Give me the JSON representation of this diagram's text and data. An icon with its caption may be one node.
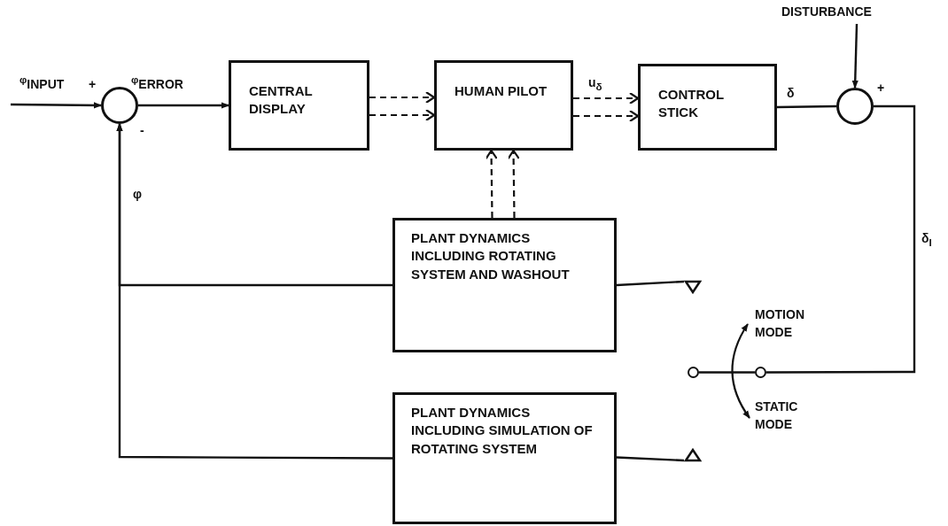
{
  "diagram": {
    "nodes": [
      {
        "text": [
          "DISTURBANCE"
        ]
      },
      {
        "text": [],
        "shape": "circle"
      },
      {
        "text": [
          "CENTRAL DISPLAY"
        ]
      },
      {
        "text": [
          "HUMAN PILOT"
        ]
      },
      {
        "text": [
          "CONTROL STICK"
        ]
      },
      {
        "text": [],
        "shape": "circle"
      },
      {
        "text": [
          "PLANT DYNAMICS INCLUDING ROTATING SYSTEM AND WASHOUT"
        ]
      },
      {
        "text": [],
        "shape": "triangle"
      },
      {
        "text": [],
        "shape": "circle"
      },
      {
        "text": [],
        "shape": "circle"
      },
      {
        "text": [
          "PLANT DYNAMICS INCLUDING SIMULATION OF ROTATING SYSTEM"
        ]
      },
      {
        "text": [],
        "shape": "triangle"
      }
    ],
    "edges": [
      {
        "from": null,
        "to": 1,
        "arrow": "to",
        "label": "$^{φ}$INPUT"
      },
      {
        "from": 1,
        "to": 2,
        "arrow": "to",
        "label": "$^{φ}$ERROR"
      },
      {
        "from": 2,
        "to": 3,
        "arrow": "to",
        "style": "dashed"
      },
      {
        "from": 2,
        "to": 3,
        "arrow": "to",
        "style": "dashed"
      },
      {
        "from": 6,
        "to": 3,
        "arrow": "to",
        "style": "dashed"
      },
      {
        "from": 6,
        "to": 3,
        "arrow": "to",
        "style": "dashed"
      },
      {
        "from": 3,
        "to": 4,
        "arrow": "to",
        "style": "dashed",
        "label": "u$_{δ}$"
      },
      {
        "from": 3,
        "to": 4,
        "arrow": "to",
        "style": "dashed"
      },
      {
        "from": 4,
        "to": 5,
        "arrow": "none",
        "label": "δ"
      },
      {
        "from": 0,
        "to": 5,
        "arrow": "to"
      },
      {
        "from": 5,
        "to": 9,
        "arrow": "none",
        "label": "δ$_{I}$"
      },
      {
        "from": 8,
        "to": 9,
        "arrow": "none"
      },
      {
        "from": 6,
        "to": 7,
        "arrow": "none"
      },
      {
        "from": 10,
        "to": 11,
        "arrow": "none"
      },
      {
        "from": 6,
        "to": 1,
        "arrow": "to",
        "label": "φ"
      },
      {
        "from": 10,
        "to": 1,
        "arrow": "to"
      }
    ],
    "labels": [
      "+",
      "-",
      "+",
      "MOTION MODE",
      "STATIC MODE"
    ]
  }
}
